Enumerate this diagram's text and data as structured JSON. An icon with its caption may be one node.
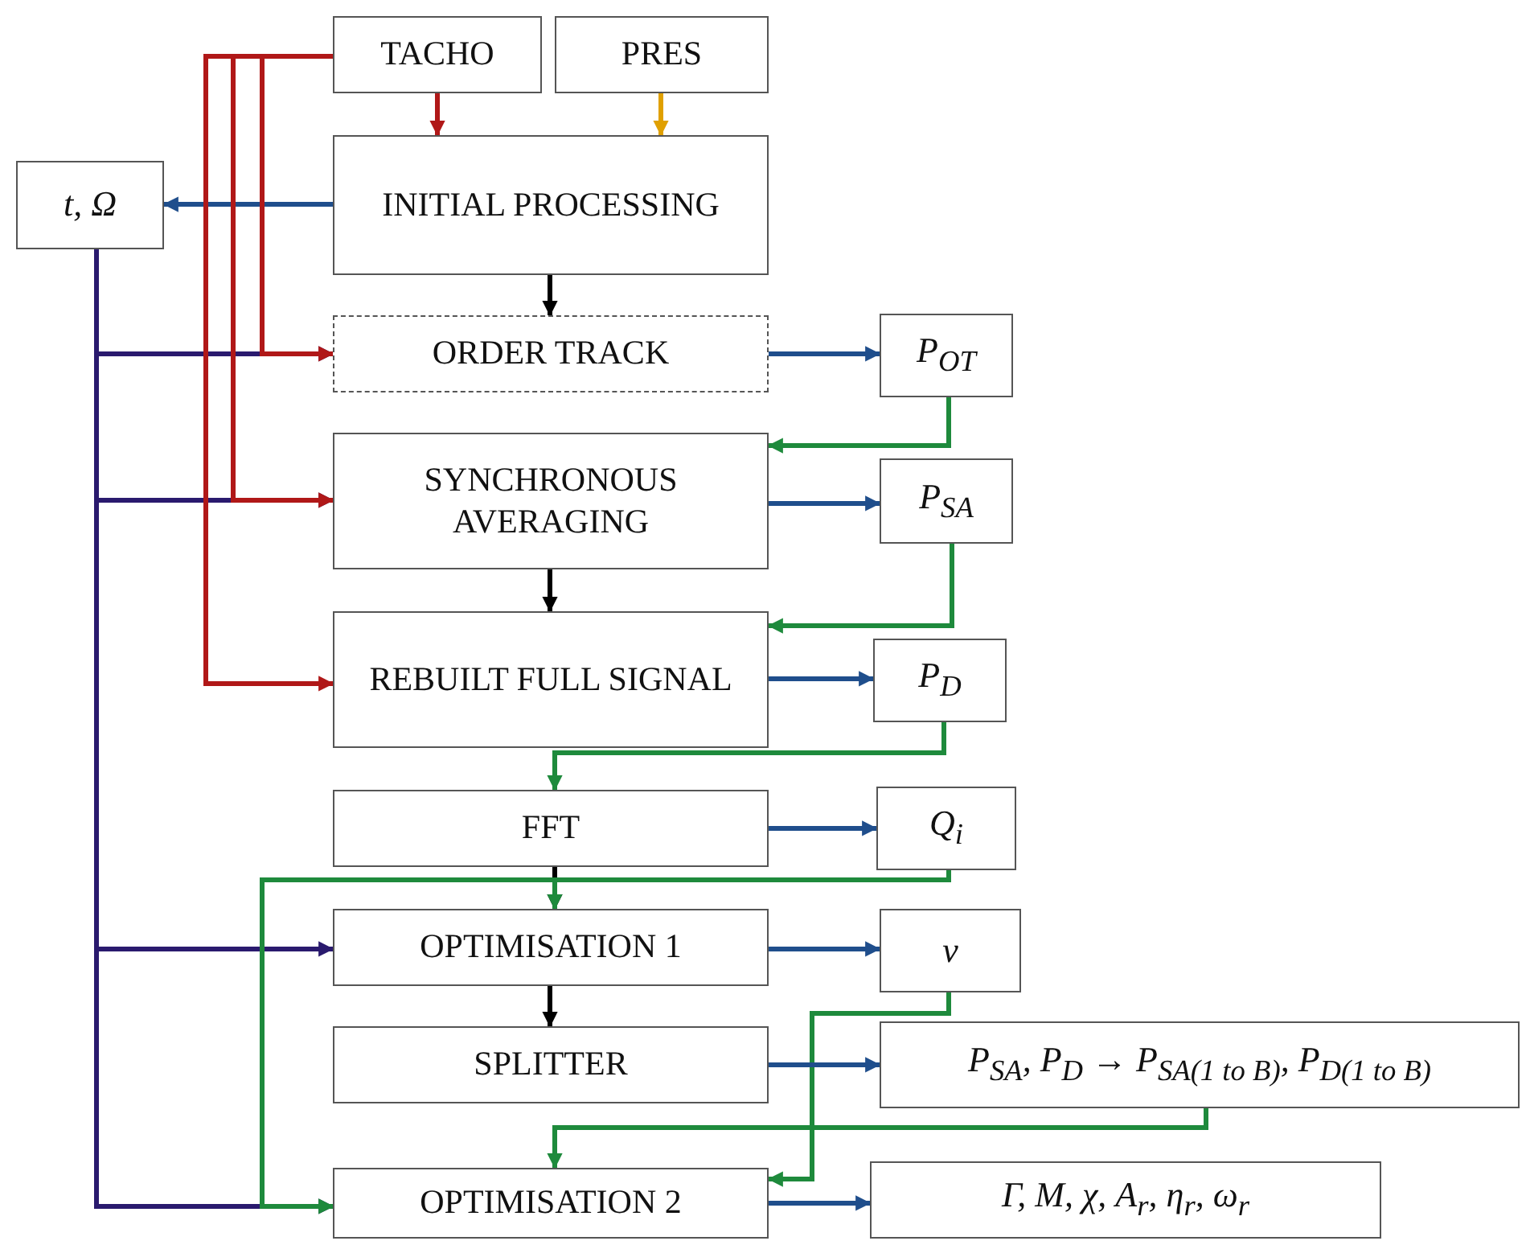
{
  "diagram": {
    "nodes": [
      {
        "text": [
          "TACHO"
        ]
      },
      {
        "text": [
          "PRES"
        ]
      },
      {
        "text": [
          "INITIAL PROCESSING"
        ]
      },
      {
        "text": [
          "t, Ω"
        ]
      },
      {
        "text": [
          "ORDER TRACK"
        ]
      },
      {
        "text": [
          "P$_{OT}$"
        ]
      },
      {
        "text": [
          "SYNCHRONOUS AVERAGING"
        ]
      },
      {
        "text": [
          "P$_{SA}$"
        ]
      },
      {
        "text": [
          "REBUILT FULL SIGNAL"
        ]
      },
      {
        "text": [
          "P$_{D}$"
        ]
      },
      {
        "text": [
          "FFT"
        ]
      },
      {
        "text": [
          "Q$_{i}$"
        ]
      },
      {
        "text": [
          "OPTIMISATION 1"
        ]
      },
      {
        "text": [
          "ν"
        ]
      },
      {
        "text": [
          "SPLITTER"
        ]
      },
      {
        "text": [
          "P$_{SA}$, P$_{D}$ → P$_{SA(1 to B)}$, P$_{D(1 to B)}$"
        ]
      },
      {
        "text": [
          "OPTIMISATION 2"
        ]
      },
      {
        "text": [
          "Γ, M, χ, A$_{r}$, η$_{r}$, ω$_{r}$"
        ]
      }
    ],
    "edges": [
      {
        "from": 0,
        "to": 2,
        "arrow": "to",
        "color": "#b01818"
      },
      {
        "from": 1,
        "to": 2,
        "arrow": "to",
        "color": "#e0a000"
      },
      {
        "from": 2,
        "to": 3,
        "arrow": "to"
      },
      {
        "from": 2,
        "to": 4,
        "arrow": "to",
        "color": "#000000"
      },
      {
        "from": 3,
        "to": 4,
        "arrow": "to",
        "color": "#2a1a6e"
      },
      {
        "from": 3,
        "to": 6,
        "arrow": "to",
        "color": "#2a1a6e"
      },
      {
        "from": 3,
        "to": 12,
        "arrow": "to",
        "color": "#2a1a6e"
      },
      {
        "from": 3,
        "to": 16,
        "arrow": "to",
        "color": "#2a1a6e"
      },
      {
        "from": 0,
        "to": 4,
        "arrow": "to",
        "color": "#b01818"
      },
      {
        "from": 0,
        "to": 6,
        "arrow": "to",
        "color": "#b01818"
      },
      {
        "from": 0,
        "to": 8,
        "arrow": "to",
        "color": "#b01818"
      },
      {
        "from": 4,
        "to": 5,
        "arrow": "to"
      },
      {
        "from": 5,
        "to": 6,
        "arrow": "to",
        "color": "#1e8a3c"
      },
      {
        "from": 6,
        "to": 8,
        "arrow": "to",
        "color": "#000000"
      },
      {
        "from": 6,
        "to": 7,
        "arrow": "to"
      },
      {
        "from": 7,
        "to": 8,
        "arrow": "to",
        "color": "#1e8a3c"
      },
      {
        "from": 8,
        "to": 9,
        "arrow": "to"
      },
      {
        "from": 9,
        "to": 10,
        "arrow": "to",
        "color": "#1e8a3c"
      },
      {
        "from": 10,
        "to": 11,
        "arrow": "to"
      },
      {
        "from": 10,
        "to": 12,
        "arrow": "to",
        "color": "#000000"
      },
      {
        "from": 11,
        "to": 12,
        "arrow": "to",
        "color": "#1e8a3c"
      },
      {
        "from": 11,
        "to": 16,
        "arrow": "to",
        "color": "#1e8a3c"
      },
      {
        "from": 12,
        "to": 13,
        "arrow": "to"
      },
      {
        "from": 12,
        "to": 14,
        "arrow": "to",
        "color": "#000000"
      },
      {
        "from": 13,
        "to": 16,
        "arrow": "to",
        "color": "#1e8a3c"
      },
      {
        "from": 14,
        "to": 15,
        "arrow": "to"
      },
      {
        "from": 15,
        "to": 16,
        "arrow": "to",
        "color": "#1e8a3c"
      },
      {
        "from": 16,
        "to": 17,
        "arrow": "to"
      }
    ]
  }
}
